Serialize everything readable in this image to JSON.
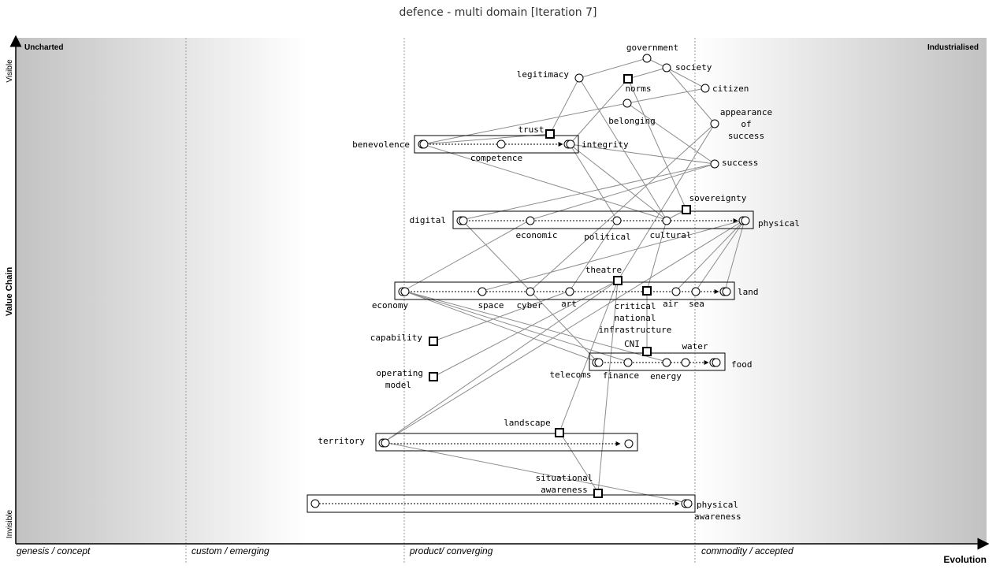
{
  "title": "defence - multi domain [Iteration 7]",
  "corners": {
    "left": "Uncharted",
    "right": "Industrialised"
  },
  "y_axis": {
    "label": "Value Chain",
    "top": "Visible",
    "bottom": "Invisible"
  },
  "x_axis": {
    "label": "Evolution",
    "stages": [
      "genesis / concept",
      "custom / emerging",
      "product/ converging",
      "commodity / accepted"
    ]
  },
  "labels": {
    "government": "government",
    "society": "society",
    "legitimacy": "legitimacy",
    "norms": "norms",
    "citizen": "citizen",
    "belonging": "belonging",
    "appearance": [
      "appearance",
      "of",
      "success"
    ],
    "trust": "trust",
    "benevolence": "benevolence",
    "integrity": "integrity",
    "competence": "competence",
    "success": "success",
    "sovereignty": "sovereignty",
    "digital": "digital",
    "economic": "economic",
    "political": "political",
    "cultural": "cultural",
    "physical": "physical",
    "theatre": "theatre",
    "economy": "economy",
    "space": "space",
    "cyber": "cyber",
    "art": "art",
    "cni_long": [
      "critical",
      "national",
      "infrastructure"
    ],
    "air": "air",
    "sea": "sea",
    "land": "land",
    "capability": "capability",
    "operating_model": [
      "operating",
      "model"
    ],
    "cni": "CNI",
    "water": "water",
    "telecoms": "telecoms",
    "finance": "finance",
    "energy": "energy",
    "food": "food",
    "landscape": "landscape",
    "territory": "territory",
    "situational_awareness": [
      "situational",
      "awareness"
    ],
    "physical_awareness": [
      "physical",
      "awareness"
    ]
  },
  "colors": {
    "link": "#8c8c8c",
    "axis": "#000000"
  }
}
